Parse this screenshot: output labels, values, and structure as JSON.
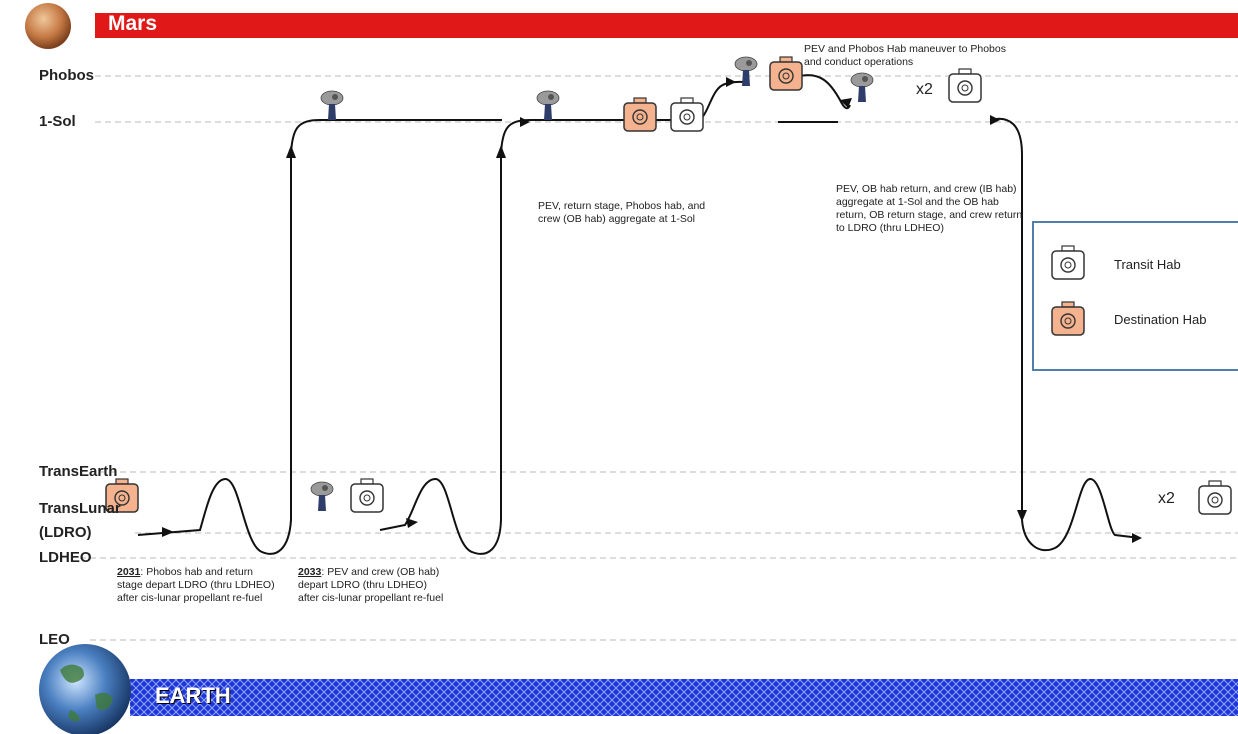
{
  "header": {
    "title": "Mars"
  },
  "footer": {
    "title": "EARTH"
  },
  "levels": {
    "phobos": "Phobos",
    "one_sol": "1-Sol",
    "trans_earth": "TransEarth",
    "trans_lunar": "TransLunar",
    "ldro": "(LDRO)",
    "ldheo": "LDHEO",
    "leo": "LEO"
  },
  "notes": {
    "n2031_year": "2031",
    "n2031_text": ": Phobos hab and return stage depart LDRO (thru LDHEO) after cis-lunar propellant re-fuel",
    "n2033_year": "2033",
    "n2033_text": ": PEV and crew (OB hab) depart LDRO (thru LDHEO) after cis-lunar propellant re-fuel",
    "aggregate": "PEV, return stage, Phobos hab, and crew (OB hab) aggregate at 1-Sol",
    "maneuver": "PEV and Phobos Hab maneuver to Phobos and conduct operations",
    "return": "PEV, OB hab return, and crew (IB hab) aggregate at 1-Sol and the OB hab return, OB return stage, and crew return to LDRO (thru LDHEO)"
  },
  "multipliers": {
    "top": "x2",
    "bottom": "x2"
  },
  "legend": {
    "transit": "Transit Hab",
    "destination": "Destination Hab"
  },
  "colors": {
    "mars_band": "#e01818",
    "earth_band": "#1f35d8",
    "destination_hab": "#f4b38e",
    "legend_border": "#4f7faa"
  }
}
